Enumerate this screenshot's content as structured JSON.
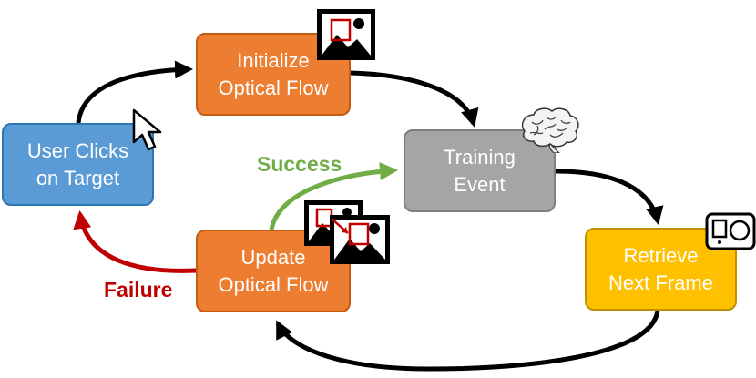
{
  "nodes": {
    "initialize": {
      "line1": "Initialize",
      "line2": "Optical Flow"
    },
    "user_clicks": {
      "line1": "User Clicks",
      "line2": "on Target"
    },
    "training": {
      "line1": "Training",
      "line2": "Event"
    },
    "update": {
      "line1": "Update",
      "line2": "Optical Flow"
    },
    "retrieve": {
      "line1": "Retrieve",
      "line2": "Next Frame"
    }
  },
  "edges": {
    "success_label": "Success",
    "failure_label": "Failure"
  },
  "icons": {
    "cursor": "mouse-cursor-icon",
    "image_init": "image-with-crop-box-icon",
    "image_update": "image-to-image-tracking-icon",
    "brain": "brain-icon",
    "camera": "camera-icon"
  },
  "colors": {
    "orange": "#ED7D31",
    "blue": "#5B9BD5",
    "gray": "#A5A5A5",
    "gold": "#FFC000",
    "success": "#70AD47",
    "failure": "#C00000",
    "arrow": "#000000"
  }
}
